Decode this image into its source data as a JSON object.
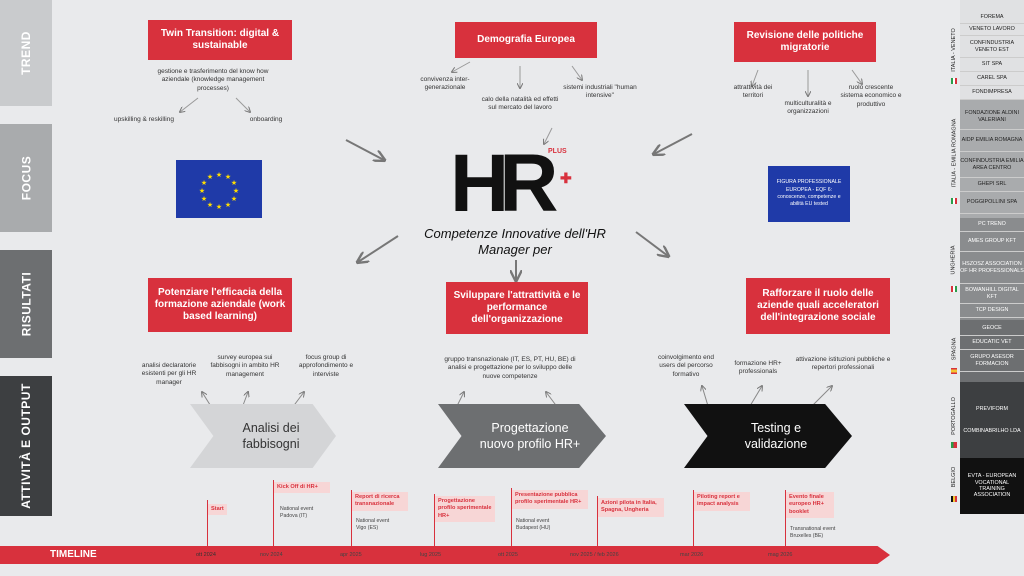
{
  "rows": [
    "TREND",
    "FOCUS",
    "RISULTATI",
    "ATTIVITÀ E OUTPUT"
  ],
  "trend": [
    {
      "title": "Twin Transition: digital & sustainable",
      "notes": [
        "gestione e trasferimento del know how aziendale (knowledge management processes)",
        "upskilling & reskilling",
        "onboarding"
      ]
    },
    {
      "title": "Demografia Europea",
      "notes": [
        "convivenza inter-generazionale",
        "calo della natalità ed effetti sul mercato del lavoro",
        "sistemi industriali \"human intensive\""
      ]
    },
    {
      "title": "Revisione delle politiche migratorie",
      "notes": [
        "attrattività dei territori",
        "multiculturalità e organizzazioni",
        "ruolo crescente sistema economico e produttivo"
      ]
    }
  ],
  "focus": {
    "logo_main": "HR",
    "logo_plus": "PLUS",
    "subtitle": "Competenze Innovative dell'HR Manager per",
    "eqf": "FIGURA PROFESSIONALE EUROPEA - EQF 6: conoscenze, competenze e abilità EU tested"
  },
  "risultati": [
    {
      "title": "Potenziare l'efficacia della formazione aziendale (work based learning)"
    },
    {
      "title": "Sviluppare l'attrattività e le performance dell'organizzazione"
    },
    {
      "title": "Rafforzare il ruolo delle aziende quali acceleratori dell'integrazione sociale"
    }
  ],
  "outputs": [
    "analisi declaratorie esistenti per gli HR manager",
    "survey europea sui fabbisogni in ambito HR management",
    "focus group di approfondimento e interviste",
    "gruppo transnazionale (IT, ES, PT, HU, BE) di analisi e progettazione per lo sviluppo delle nuove competenze",
    "coinvolgimento end users del percorso formativo",
    "formazione HR+ professionals",
    "attivazione istituzioni pubbliche e repertori professionali"
  ],
  "attivita": [
    "Analisi dei fabbisogni",
    "Progettazione nuovo profilo HR+",
    "Testing e validazione"
  ],
  "timeline": {
    "label": "TIMELINE",
    "dates": [
      "ott 2024",
      "nov 2024",
      "apr 2025",
      "lug 2025",
      "ott 2025",
      "nov 2025 / feb 2026",
      "mar 2026",
      "mag 2026"
    ],
    "events": [
      {
        "title": "Start",
        "sub": ""
      },
      {
        "title": "Kick Off di HR+",
        "sub": "National event Padova (IT)"
      },
      {
        "title": "Report di ricerca transnazionale",
        "sub": "National event Vigo (ES)"
      },
      {
        "title": "Progettazione profilo sperimentale HR+",
        "sub": ""
      },
      {
        "title": "Presentazione pubblica profilo sperimentale HR+",
        "sub": "National event Budapest (HU)"
      },
      {
        "title": "Azioni pilota in Italia, Spagna, Ungheria",
        "sub": ""
      },
      {
        "title": "Piloting report e impact analysis",
        "sub": ""
      },
      {
        "title": "Evento finale europeo HR+ booklet",
        "sub": "Transnational event Bruxelles (BE)"
      }
    ]
  },
  "partners": [
    {
      "country": "ITALIA - VENETO",
      "names": [
        "FOREMA",
        "VENETO LAVORO",
        "CONFINDUSTRIA VENETO EST",
        "SIT SPA",
        "CAREL SPA",
        "FONDIMPRESA"
      ]
    },
    {
      "country": "ITALIA - EMILIA ROMAGNA",
      "names": [
        "FONDAZIONE ALDINI VALERIANI",
        "AIDP EMILIA ROMAGNA",
        "CONFINDUSTRIA EMILIA AREA CENTRO",
        "GHEPI SRL",
        "POGGIPOLLINI SPA"
      ]
    },
    {
      "country": "UNGHERIA",
      "names": [
        "PC TRENO",
        "AMES GROUP KFT",
        "HSZOSZ ASSOCIATION OF HR PROFESSIONALS",
        "BOWANHILL DIGITAL KFT",
        "TCP DESIGN"
      ]
    },
    {
      "country": "SPAGNA",
      "names": [
        "GEOCE",
        "EDUCATIC VET",
        "GRUPO ASESOR FORMACION"
      ]
    },
    {
      "country": "PORTOGALLO",
      "names": [
        "PREVIFORM",
        "COMBINABRILHO LDA"
      ]
    },
    {
      "country": "BELGIO",
      "names": [
        "EVTA - EUROPEAN VOCATIONAL TRAINING ASSOCIATION"
      ]
    }
  ],
  "colors": {
    "red": "#d8313d",
    "gray_dark": "#707070",
    "black": "#111111",
    "eu_blue": "#1f3aa8"
  }
}
